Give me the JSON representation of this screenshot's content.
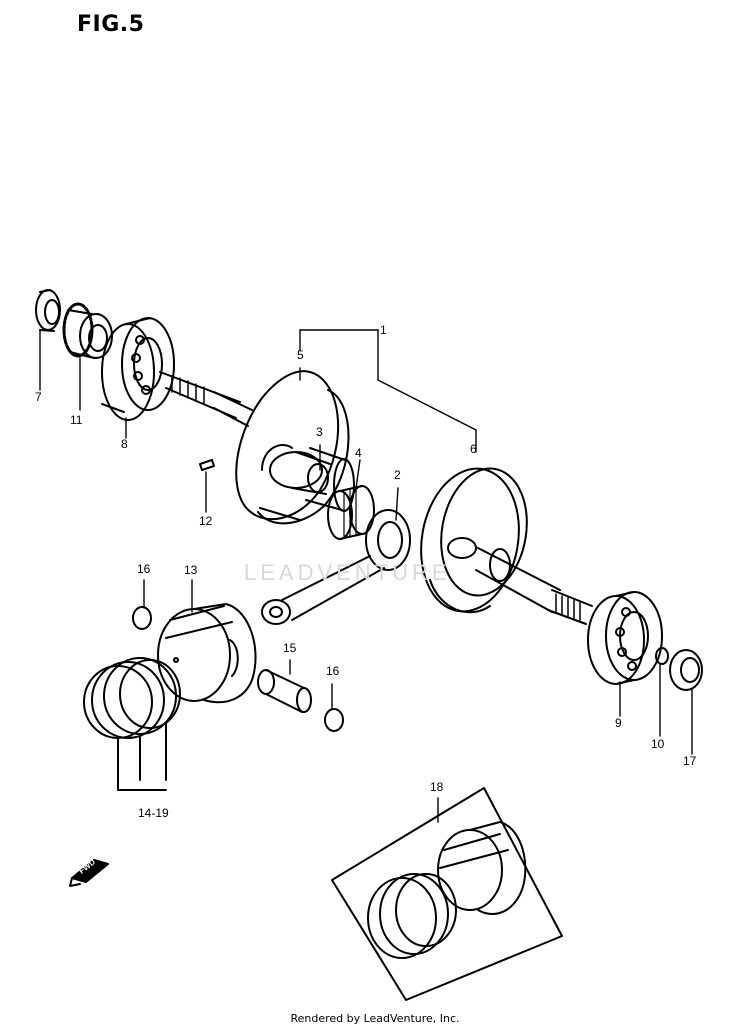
{
  "figure": {
    "title": "FIG.5"
  },
  "watermark": "LEADVENTURE",
  "footer": "Rendered by LeadVenture, Inc.",
  "fwd_label": "FWD",
  "callouts": [
    {
      "id": "1",
      "label": "1"
    },
    {
      "id": "5",
      "label": "5"
    },
    {
      "id": "6",
      "label": "6"
    },
    {
      "id": "3",
      "label": "3"
    },
    {
      "id": "4",
      "label": "4"
    },
    {
      "id": "2",
      "label": "2"
    },
    {
      "id": "7",
      "label": "7"
    },
    {
      "id": "11",
      "label": "11"
    },
    {
      "id": "8",
      "label": "8"
    },
    {
      "id": "12",
      "label": "12"
    },
    {
      "id": "16a",
      "label": "16"
    },
    {
      "id": "13",
      "label": "13"
    },
    {
      "id": "15",
      "label": "15"
    },
    {
      "id": "16b",
      "label": "16"
    },
    {
      "id": "9",
      "label": "9"
    },
    {
      "id": "10",
      "label": "10"
    },
    {
      "id": "17",
      "label": "17"
    },
    {
      "id": "14-19",
      "label": "14-19"
    },
    {
      "id": "18",
      "label": "18"
    }
  ]
}
